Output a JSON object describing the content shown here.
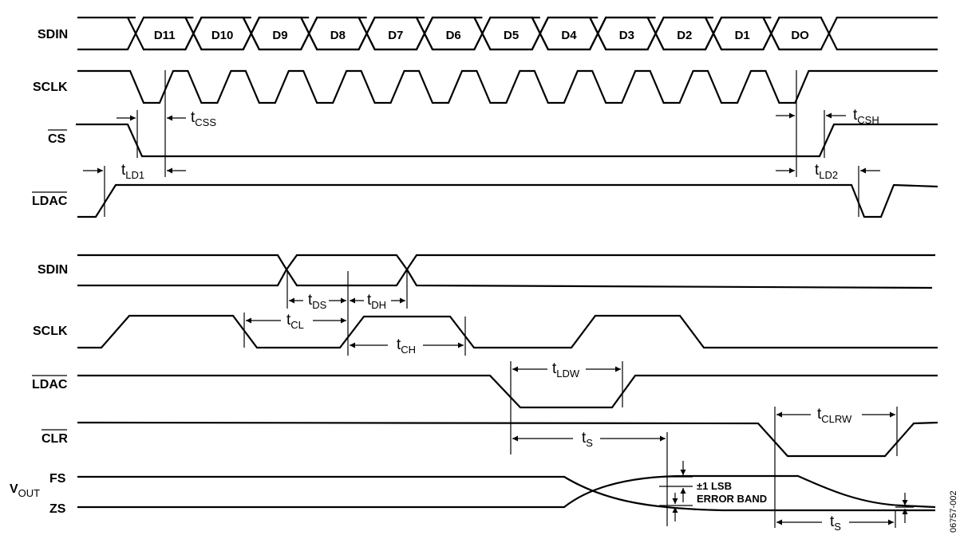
{
  "signals": {
    "sdin": "SDIN",
    "sclk": "SCLK",
    "cs": "CS",
    "ldac": "LDAC",
    "clr": "CLR",
    "vout": "V",
    "vout_sub": "OUT",
    "fs": "FS",
    "zs": "ZS"
  },
  "bits": [
    "D11",
    "D10",
    "D9",
    "D8",
    "D7",
    "D6",
    "D5",
    "D4",
    "D3",
    "D2",
    "D1",
    "DO"
  ],
  "timing": {
    "t": "t",
    "css": "CSS",
    "csh": "CSH",
    "ld1": "LD1",
    "ld2": "LD2",
    "ds": "DS",
    "dh": "DH",
    "cl": "CL",
    "ch": "CH",
    "ldw": "LDW",
    "s": "S",
    "clrw": "CLRW"
  },
  "notes": {
    "lsb_line1": "±1 LSB",
    "lsb_line2": "ERROR BAND",
    "figure_code": "06757-002"
  }
}
